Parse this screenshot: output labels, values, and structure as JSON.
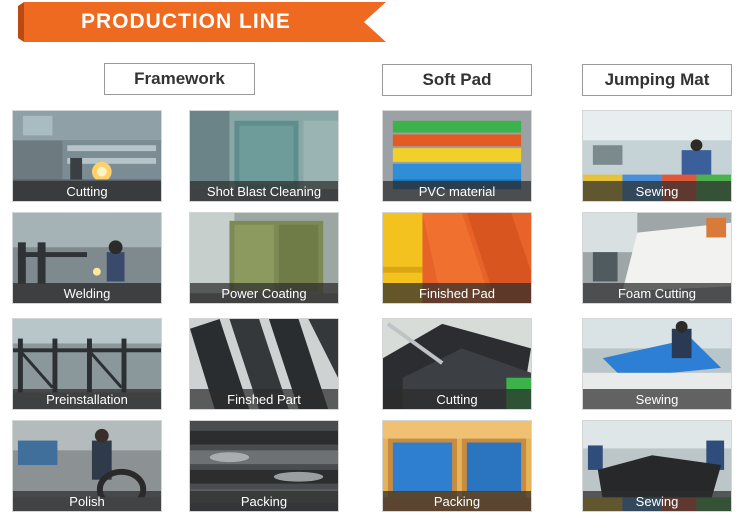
{
  "header": {
    "title": "PRODUCTION LINE",
    "accent_color": "#ef6a21"
  },
  "sections": [
    {
      "label": "Framework",
      "tiles": [
        {
          "caption": "Cutting",
          "image": "welding-sparks-workshop-photo"
        },
        {
          "caption": "Shot Blast Cleaning",
          "image": "blast-booth-photo"
        },
        {
          "caption": "Welding",
          "image": "welder-at-frame-photo"
        },
        {
          "caption": "Power Coating",
          "image": "coating-booth-photo"
        },
        {
          "caption": "Preinstallation",
          "image": "steel-frame-assembly-photo"
        },
        {
          "caption": "Finshed Part",
          "image": "black-frame-parts-photo"
        },
        {
          "caption": "Polish",
          "image": "worker-polishing-photo"
        },
        {
          "caption": "Packing",
          "image": "wrapped-parts-photo"
        }
      ]
    },
    {
      "label": "Soft Pad",
      "tiles": [
        {
          "caption": "PVC material",
          "image": "pvc-rolls-photo"
        },
        {
          "caption": "Finished Pad",
          "image": "orange-pads-photo"
        },
        {
          "caption": "Cutting",
          "image": "black-mat-cutting-photo"
        },
        {
          "caption": "Packing",
          "image": "pads-in-boxes-photo"
        }
      ]
    },
    {
      "label": "Jumping Mat",
      "tiles": [
        {
          "caption": "Sewing",
          "image": "sewing-room-photo"
        },
        {
          "caption": "Foam Cutting",
          "image": "foam-sheets-photo"
        },
        {
          "caption": "Sewing",
          "image": "blue-fabric-sewing-photo"
        },
        {
          "caption": "Sewing",
          "image": "black-mat-sewing-photo"
        }
      ]
    }
  ]
}
